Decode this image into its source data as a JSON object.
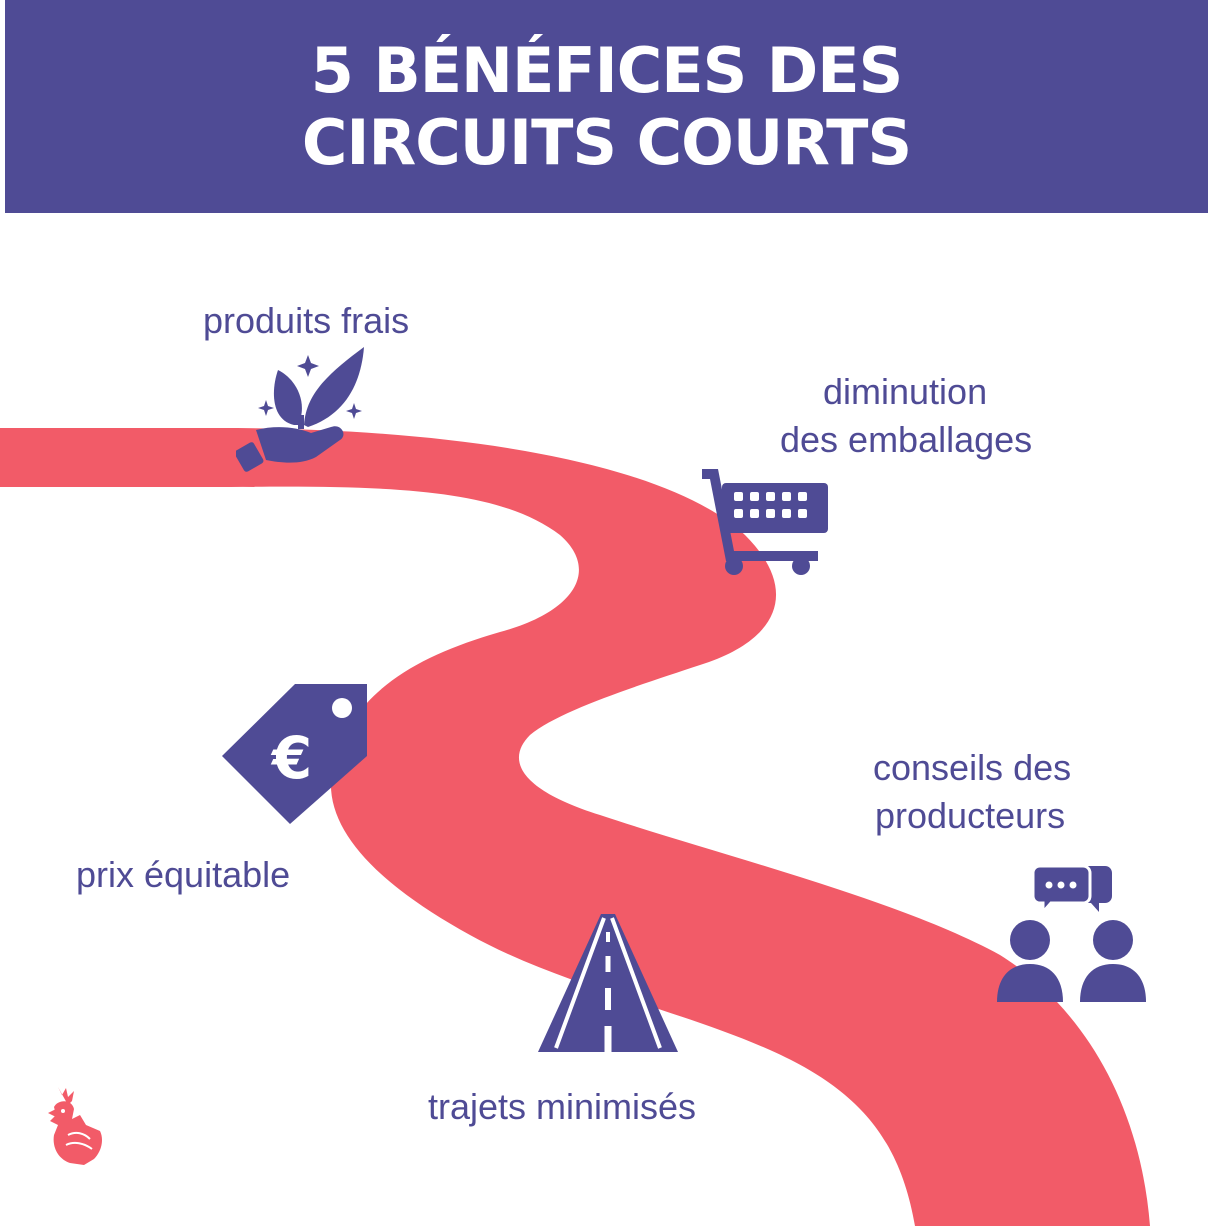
{
  "title": {
    "line1": "5 BÉNÉFICES DES",
    "line2": "CIRCUITS COURTS"
  },
  "benefits": [
    {
      "label": "produits frais",
      "icon": "plant-in-hand-icon"
    },
    {
      "label_line1": "diminution",
      "label_line2": "des emballages",
      "icon": "shopping-cart-icon"
    },
    {
      "label": "prix équitable",
      "icon": "euro-price-tag-icon"
    },
    {
      "label_line1": "conseils des",
      "label_line2": "producteurs",
      "icon": "people-chat-icon"
    },
    {
      "label": "trajets minimisés",
      "icon": "road-icon"
    }
  ],
  "logo": {
    "icon": "rooster-logo-icon"
  },
  "colors": {
    "brand": "#4f4b95",
    "road": "#f25b68",
    "background": "#ffffff"
  }
}
